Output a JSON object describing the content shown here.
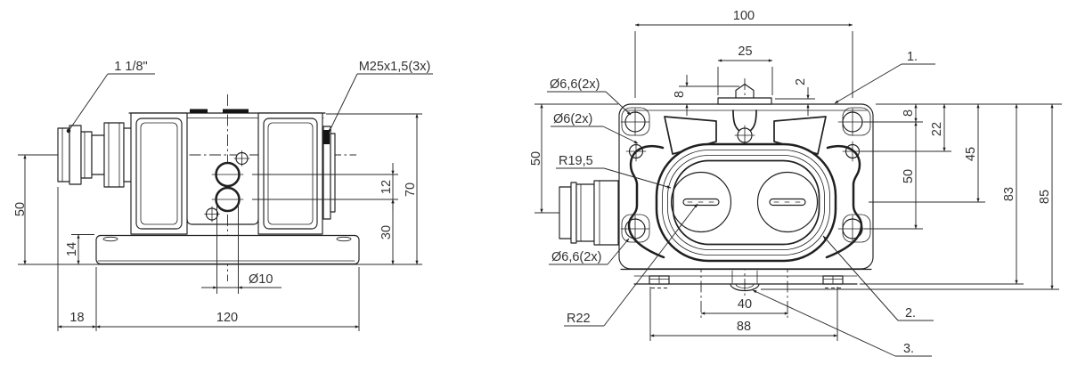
{
  "drawing": {
    "type": "technical-2-view-dimension-drawing",
    "line_color": "#1f1f1f",
    "side": {
      "thread_label": "1 1/8\"",
      "gland_label": "M25x1,5(3x)",
      "dim_50": "50",
      "dim_14": "14",
      "dim_12": "12",
      "dim_30": "30",
      "dim_70": "70",
      "dim_d10": "Ø10",
      "dim_18": "18",
      "dim_120": "120"
    },
    "top": {
      "dim_100": "100",
      "dim_25": "25",
      "dim_8_tab": "8",
      "dim_2": "2",
      "label_d66_top": "Ø6,6(2x)",
      "label_d6": "Ø6(2x)",
      "label_r195": "R19,5",
      "label_d66_bottom": "Ø6,6(2x)",
      "label_r22": "R22",
      "dim_50_left": "50",
      "dim_8_right": "8",
      "dim_22": "22",
      "dim_45": "45",
      "dim_50_right": "50",
      "dim_83": "83",
      "dim_85": "85",
      "dim_40": "40",
      "dim_88": "88",
      "callout_1": "1.",
      "callout_2": "2.",
      "callout_3": "3."
    }
  }
}
